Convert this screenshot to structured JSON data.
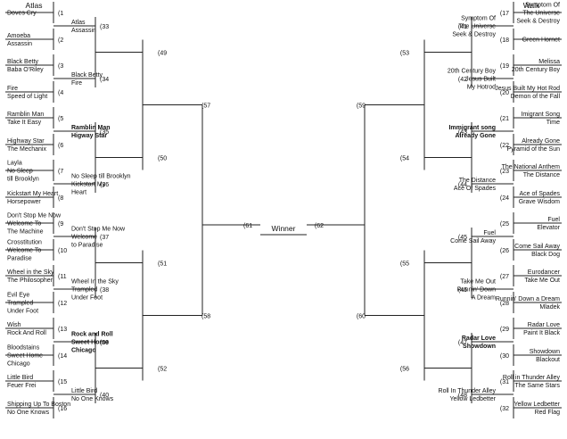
{
  "headers": {
    "left": "Atlas",
    "right": "Walk",
    "center": "Winner"
  },
  "left": {
    "r1": [
      {
        "lines": [
          "Doves Cry"
        ],
        "seed": "1"
      },
      {
        "lines": [
          "Amoeba",
          "Assassin"
        ],
        "seed": "2"
      },
      {
        "lines": [
          "Black Betty",
          "Baba O'Riley"
        ],
        "seed": "3"
      },
      {
        "lines": [
          "Fire",
          "Speed of Light"
        ],
        "seed": "4"
      },
      {
        "lines": [
          "Ramblin Man",
          "Take It Easy"
        ],
        "seed": "5"
      },
      {
        "lines": [
          "Highway Star",
          "The Mechanix"
        ],
        "seed": "6"
      },
      {
        "lines": [
          "Layla",
          "No Sleep",
          "till Brooklyn"
        ],
        "seed": "7"
      },
      {
        "lines": [
          "Kickstart My Heart",
          "Horsepower"
        ],
        "seed": "8"
      },
      {
        "lines": [
          "Don't Stop Me Now",
          "Welcome To",
          "The Machine"
        ],
        "seed": "9"
      },
      {
        "lines": [
          "Crosstitution",
          "Welcome To",
          "Paradise"
        ],
        "seed": "10"
      },
      {
        "lines": [
          "Wheel in the Sky",
          "The Philosopher"
        ],
        "seed": "11"
      },
      {
        "lines": [
          "Evil Eye",
          "Trampled",
          "Under Foot"
        ],
        "seed": "12"
      },
      {
        "lines": [
          "Wish",
          "Rock And Roll"
        ],
        "seed": "13"
      },
      {
        "lines": [
          "Bloodstains",
          "Sweet Home",
          "Chicago"
        ],
        "seed": "14"
      },
      {
        "lines": [
          "Little Bird",
          "Feuer Frei"
        ],
        "seed": "15"
      },
      {
        "lines": [
          "Shipping Up To Boston",
          "No One Knows"
        ],
        "seed": "16"
      }
    ],
    "r2": [
      {
        "lines": [
          "Atlas",
          "Assassin"
        ],
        "seed": "33",
        "bold": false
      },
      {
        "lines": [
          "Black Betty",
          "Fire"
        ],
        "seed": "34",
        "bold": false
      },
      {
        "lines": [
          "Ramblin Man",
          "Higway Star"
        ],
        "seed": "35",
        "bold": true
      },
      {
        "lines": [
          "No Sleep till Brooklyn",
          "Kickstart My",
          "Heart"
        ],
        "seed": "36",
        "bold": false
      },
      {
        "lines": [
          "Don't Stop Me Now",
          "Welcome",
          "to Paradise"
        ],
        "seed": "37",
        "bold": false
      },
      {
        "lines": [
          "Wheel In the Sky",
          "Trampled",
          "Under Foot"
        ],
        "seed": "38",
        "bold": false
      },
      {
        "lines": [
          "Rock and Roll",
          "Sweet Home",
          "Chicago"
        ],
        "seed": "39",
        "bold": true
      },
      {
        "lines": [
          "Little Bird",
          "No One Knows"
        ],
        "seed": "40",
        "bold": false
      }
    ],
    "r3": [
      "49",
      "50",
      "51",
      "52"
    ],
    "r4": [
      "57",
      "58"
    ],
    "r5": "61"
  },
  "right": {
    "r1": [
      {
        "lines": [
          "Symptom Of",
          "The Universe",
          "Seek & Destroy"
        ],
        "seed": "17"
      },
      {
        "lines": [
          "Green Hornet"
        ],
        "seed": "18"
      },
      {
        "lines": [
          "Melissa",
          "20th Century Boy"
        ],
        "seed": "19"
      },
      {
        "lines": [
          "Jesus Built My Hot Rod",
          "Demon of the Fall"
        ],
        "seed": "20"
      },
      {
        "lines": [
          "Imigrant Song",
          "Time"
        ],
        "seed": "21"
      },
      {
        "lines": [
          "Already Gone",
          "Pyramid of the Sun"
        ],
        "seed": "22"
      },
      {
        "lines": [
          "The National Anthem",
          "The Distance"
        ],
        "seed": "23"
      },
      {
        "lines": [
          "Ace of Spades",
          "Grave Wisdom"
        ],
        "seed": "24"
      },
      {
        "lines": [
          "Fuel",
          "Elevator"
        ],
        "seed": "25"
      },
      {
        "lines": [
          "Come Sail Away",
          "Black Dog"
        ],
        "seed": "26"
      },
      {
        "lines": [
          "Eurodancer",
          "Take Me Out"
        ],
        "seed": "27"
      },
      {
        "lines": [
          "Runnin' Down a Dream",
          "Mladek"
        ],
        "seed": "28"
      },
      {
        "lines": [
          "Radar Love",
          "Paint It Black"
        ],
        "seed": "29"
      },
      {
        "lines": [
          "Showdown",
          "Blackout"
        ],
        "seed": "30"
      },
      {
        "lines": [
          "Roll in Thunder Alley",
          "The Same Stars"
        ],
        "seed": "31"
      },
      {
        "lines": [
          "Yellow Ledbetter",
          "Red Flag"
        ],
        "seed": "32"
      }
    ],
    "r2": [
      {
        "lines": [
          "Symptom Of",
          "The Universe",
          "Seek & Destroy"
        ],
        "seed": "41",
        "bold": false
      },
      {
        "lines": [
          "20th Century Boy",
          "Jesus Built",
          "My Hotrod"
        ],
        "seed": "42",
        "bold": false
      },
      {
        "lines": [
          "Immigrant song",
          "Already Gone"
        ],
        "seed": "43",
        "bold": true
      },
      {
        "lines": [
          "The Distance",
          "Ace Of Spades"
        ],
        "seed": "44",
        "bold": false
      },
      {
        "lines": [
          "Fuel",
          "Come Sail Away"
        ],
        "seed": "45",
        "bold": false
      },
      {
        "lines": [
          "Take Me Out",
          "Runnin' Down",
          "A Dream"
        ],
        "seed": "46",
        "bold": false
      },
      {
        "lines": [
          "Radar Love",
          "Showdown"
        ],
        "seed": "47",
        "bold": true
      },
      {
        "lines": [
          "Roll In Thunder Alley",
          "Yellow Ledbetter"
        ],
        "seed": "48",
        "bold": false
      }
    ],
    "r3": [
      "53",
      "54",
      "55",
      "56"
    ],
    "r4": [
      "59",
      "60"
    ],
    "r5": "62"
  }
}
